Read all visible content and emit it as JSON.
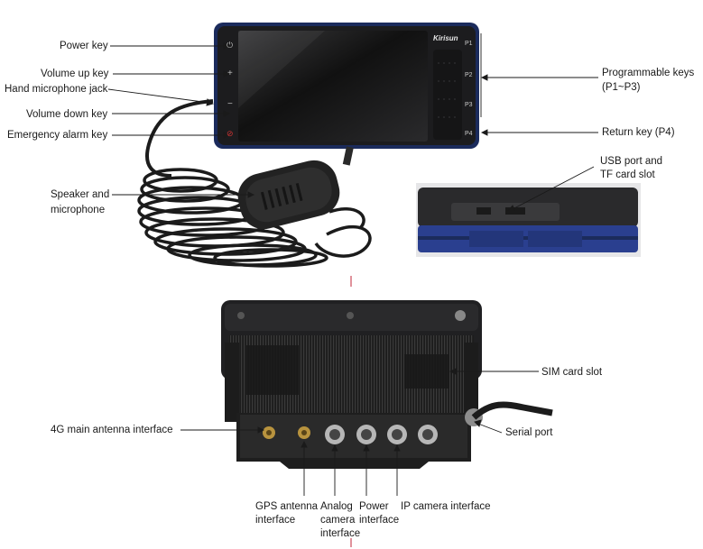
{
  "labels": {
    "power_key": "Power key",
    "volume_up_key": "Volume up key",
    "hand_microphone_jack": "Hand microphone jack",
    "volume_down_key": "Volume down key",
    "emergency_alarm_key": "Emergency alarm key",
    "speaker_and_microphone_l1": "Speaker and",
    "speaker_and_microphone_l2": "microphone",
    "programmable_keys_l1": "Programmable keys",
    "programmable_keys_l2": "(P1~P3)",
    "return_key": "Return key (P4)",
    "usb_tf_l1": "USB port and",
    "usb_tf_l2": "TF card slot",
    "sim_card_slot": "SIM card slot",
    "main_antenna": "4G main antenna interface",
    "serial_port": "Serial port",
    "gps_l1": "GPS antenna",
    "gps_l2": "interface",
    "analog_l1": "Analog",
    "analog_l2": "camera",
    "analog_l3": "interface",
    "power_l1": "Power",
    "power_l2": "interface",
    "ip_camera": "IP camera interface"
  },
  "device": {
    "brand": "Kirisun",
    "side_keys": [
      "P1",
      "P2",
      "P3",
      "P4"
    ],
    "left_key_glyphs": [
      "⏻",
      "+",
      "−",
      "⊘"
    ]
  },
  "colors": {
    "frame": "#1b2b5c",
    "body": "#1c1c1e",
    "accent": "#2a3f8f"
  }
}
